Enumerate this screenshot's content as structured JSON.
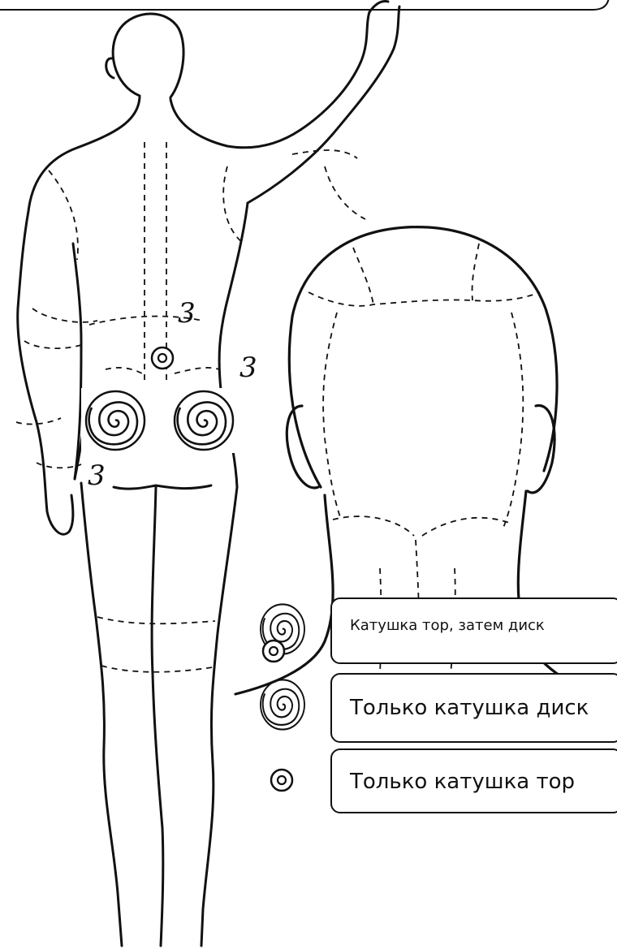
{
  "zone_labels": {
    "lower_back": "3",
    "right_flank": "3",
    "left_wrist": "3"
  },
  "legend": {
    "combo": "Катушка тор, затем диск",
    "disk_only": "Только катушка диск",
    "tor_only": "Только катушка тор"
  }
}
